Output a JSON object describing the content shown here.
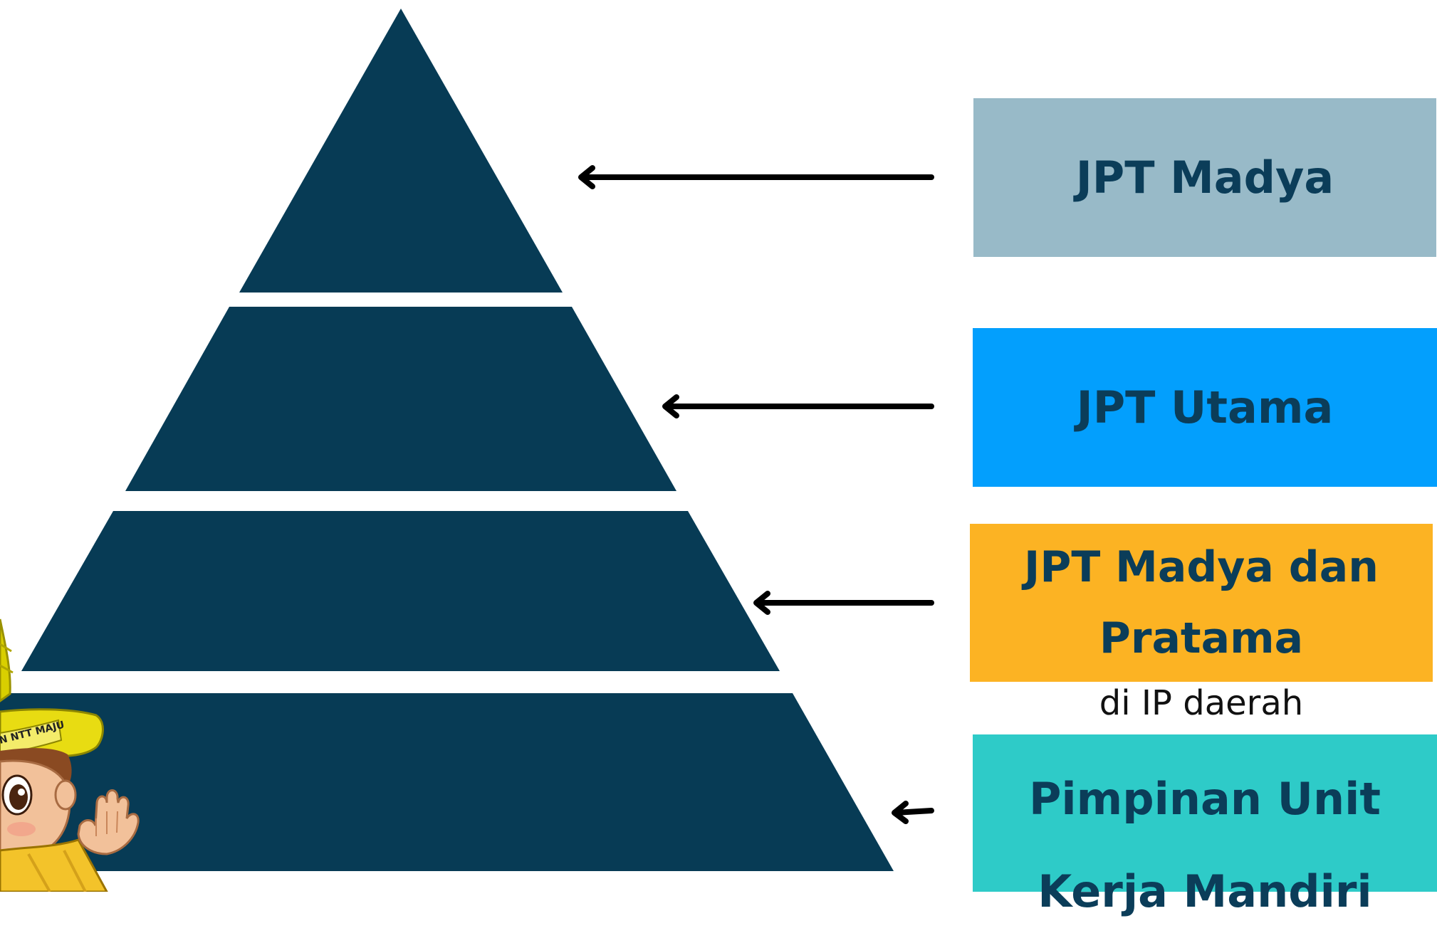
{
  "pyramid": {
    "fill": "#073b55",
    "levels": 4
  },
  "labels": {
    "jpt_madya": {
      "text": "JPT Madya",
      "color": "#98bac8"
    },
    "jpt_utama": {
      "text": "JPT Utama",
      "color": "#039ffd"
    },
    "jpt_madya_pratama": {
      "line1": "JPT Madya dan",
      "line2": "Pratama",
      "color": "#fcb323"
    },
    "ip_daerah_caption": "di IP daerah",
    "pimpinan": {
      "line1": "Pimpinan Unit",
      "line2": "Kerja Mandiri",
      "color": "#2ecbc8"
    }
  },
  "text_color": "#0b3d59",
  "mascot": {
    "icon": "mascot-character-icon",
    "hat_text": "N NTT MAJU"
  }
}
